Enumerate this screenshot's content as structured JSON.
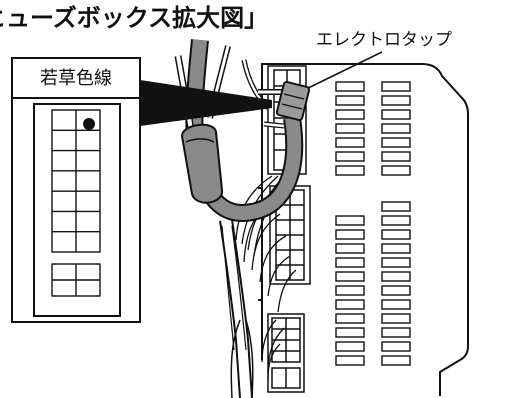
{
  "header": {
    "title_fragment": "ヒューズボックス拡大図」"
  },
  "callouts": {
    "electro_tap": "エレクトロタップ",
    "inset_wire": "若草色線"
  },
  "colors": {
    "ink": "#111111",
    "wire_gray": "#8a8a8a",
    "paper": "#ffffff"
  }
}
